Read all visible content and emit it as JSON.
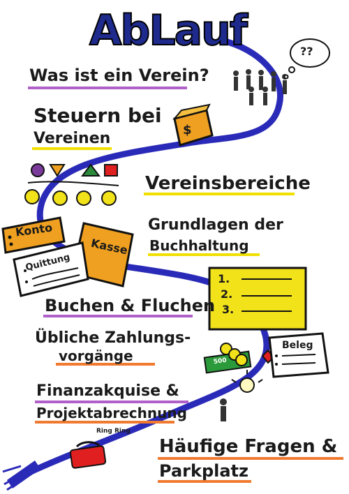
{
  "title": "AbLauf",
  "agenda": [
    {
      "line1": "Was ist ein Verein?"
    },
    {
      "line1": "Steuern bei",
      "line2": "Vereinen"
    },
    {
      "line1": "Vereinsbereiche"
    },
    {
      "line1": "Grundlagen der",
      "line2": "Buchhaltung"
    },
    {
      "line1": "Buchen & Fluchen"
    },
    {
      "line1": "Übliche Zahlungs-",
      "line2": "vorgänge"
    },
    {
      "line1": "Finanzakquise &",
      "line2": "Projektabrechnung"
    },
    {
      "line1": "Häufige Fragen &",
      "line2": "Parkplatz"
    }
  ],
  "doodles": {
    "question_bubble": "??",
    "dollar_sign": "$",
    "konto": "Konto",
    "kasse": "Kasse",
    "quittung": "Quittung",
    "list_numbers": [
      "1.",
      "2.",
      "3."
    ],
    "beleg": "Beleg",
    "money_note": "500",
    "phone_ring": "Ring Ring",
    "icon_names": [
      "people-icon",
      "question-bubble-icon",
      "money-chest-icon",
      "shapes-icon",
      "ledger-icon",
      "checklist-icon",
      "beleg-icon",
      "coins-icon",
      "lightbulb-icon",
      "phone-icon",
      "broom-icon"
    ]
  },
  "colors": {
    "title": "#1e2a8c",
    "path": "#2a2ab8",
    "underline_purple": "#b060c8",
    "underline_yellow": "#f0e000",
    "underline_orange": "#f07a30",
    "sticky": "#f2e21a",
    "orange": "#f0a020"
  }
}
